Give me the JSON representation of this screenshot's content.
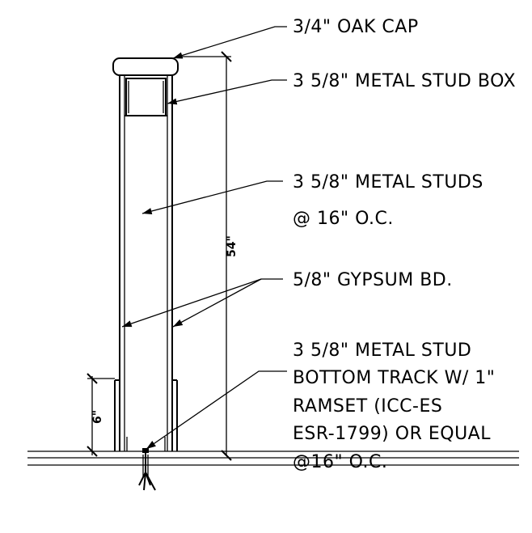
{
  "labels": {
    "oak_cap": "3/4\" OAK CAP",
    "stud_box": "3 5/8\" METAL STUD BOX",
    "studs_line1": "3 5/8\" METAL STUDS",
    "studs_line2": "@ 16\" O.C.",
    "gypsum": "5/8\" GYPSUM BD.",
    "track_line1": "3 5/8\" METAL STUD",
    "track_line2": "BOTTOM TRACK W/ 1\"",
    "track_line3": "RAMSET (ICC-ES",
    "track_line4": "ESR-1799) OR EQUAL",
    "track_line5": "@16\" O.C."
  },
  "dimensions": {
    "height": "54\"",
    "base": "6\""
  }
}
